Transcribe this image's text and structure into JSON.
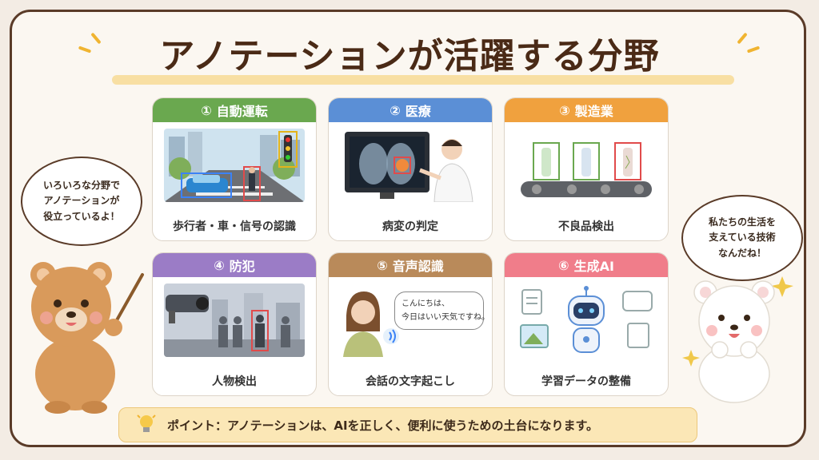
{
  "title": "アノテーションが活躍する分野",
  "cards": [
    {
      "num": "①",
      "label": "自動運転",
      "caption": "歩行者・車・信号の認識",
      "color": "#6aa84f"
    },
    {
      "num": "②",
      "label": "医療",
      "caption": "病変の判定",
      "color": "#5b8fd6"
    },
    {
      "num": "③",
      "label": "製造業",
      "caption": "不良品検出",
      "color": "#f0a13e"
    },
    {
      "num": "④",
      "label": "防犯",
      "caption": "人物検出",
      "color": "#9b7cc6"
    },
    {
      "num": "⑤",
      "label": "音声認識",
      "caption": "会話の文字起こし",
      "color": "#b98a5a"
    },
    {
      "num": "⑥",
      "label": "生成AI",
      "caption": "学習データの整備",
      "color": "#f07d8a"
    }
  ],
  "left_bubble": "いろいろな分野で\nアノテーションが\n役立っているよ！",
  "right_bubble": "私たちの生活を\n支えている技術\nなんだね！",
  "speech": {
    "line1": "こんにちは、",
    "line2": "今日はいい天気ですね。"
  },
  "point": "ポイント：アノテーションは、AIを正しく、便利に使うための土台になります。"
}
